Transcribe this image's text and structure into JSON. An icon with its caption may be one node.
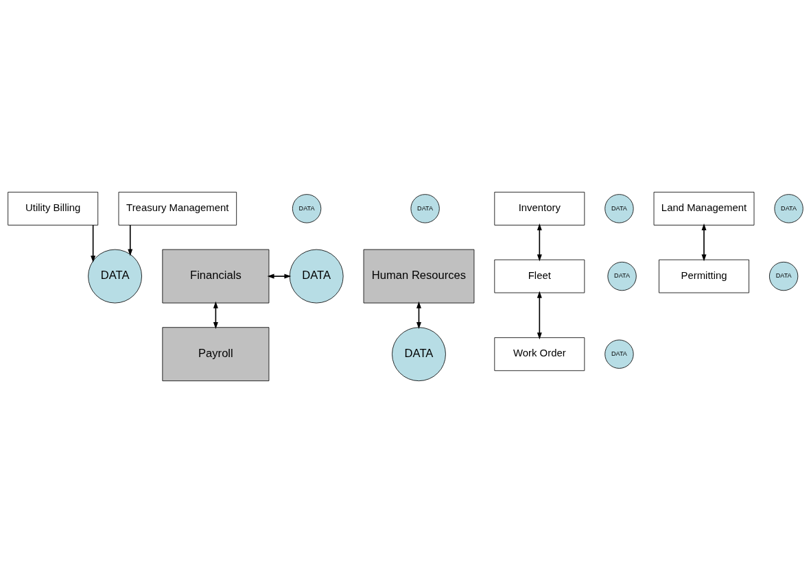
{
  "diagram": {
    "nodes": [
      {
        "text": [
          "DATA"
        ]
      },
      {
        "text": [
          "Financials"
        ]
      },
      {
        "text": [
          "DATA"
        ]
      },
      {
        "text": [
          "Human Resources"
        ]
      },
      {
        "text": [
          "Utility Billing"
        ]
      },
      {
        "text": [
          "DATA"
        ]
      },
      {
        "text": [
          "Treasury Management"
        ]
      },
      {
        "text": [
          "DATA"
        ]
      },
      {
        "text": [
          "Payroll"
        ]
      },
      {
        "text": [
          "DATA"
        ]
      },
      {
        "text": [
          "Inventory"
        ]
      },
      {
        "text": [
          "DATA"
        ]
      },
      {
        "text": [
          "Fleet"
        ]
      },
      {
        "text": [
          "DATA"
        ]
      },
      {
        "text": [
          "Work Order"
        ]
      },
      {
        "text": [
          "DATA"
        ]
      },
      {
        "text": [
          "Land Management"
        ]
      },
      {
        "text": [
          "DATA"
        ]
      },
      {
        "text": [
          "Permitting"
        ]
      },
      {
        "text": [
          "DATA"
        ]
      }
    ],
    "edges": [
      {
        "from": 1,
        "to": 2,
        "arrow": "both"
      },
      {
        "from": 1,
        "to": 8,
        "arrow": "both"
      },
      {
        "from": 3,
        "to": 9,
        "arrow": "both"
      },
      {
        "from": 4,
        "to": 0,
        "arrow": "to"
      },
      {
        "from": 6,
        "to": 0,
        "arrow": "to"
      },
      {
        "from": 10,
        "to": 12,
        "arrow": "both"
      },
      {
        "from": 12,
        "to": 14,
        "arrow": "both"
      },
      {
        "from": 16,
        "to": 18,
        "arrow": "both"
      }
    ]
  }
}
